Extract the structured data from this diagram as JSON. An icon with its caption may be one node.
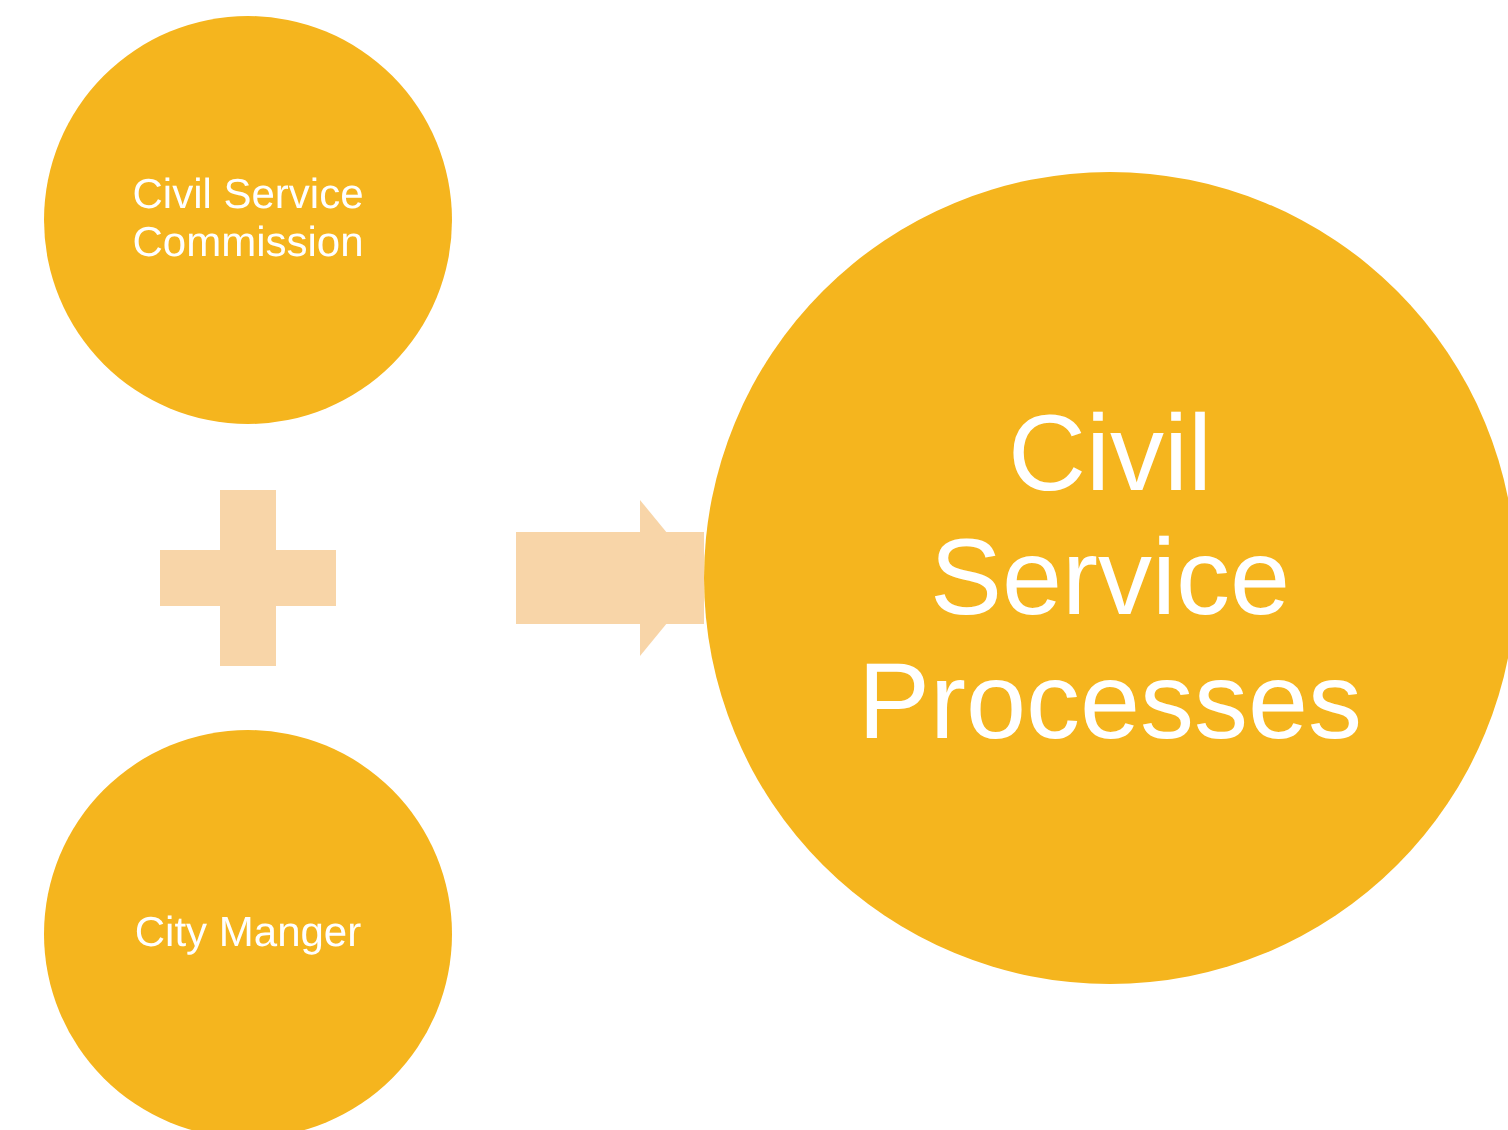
{
  "diagram": {
    "nodes": [
      {
        "text": [
          "Civil Service Commission"
        ]
      },
      {
        "text": [
          "City Manger"
        ]
      },
      {
        "text": [
          "Civil Service Processes"
        ]
      }
    ],
    "edges": [
      {
        "from": null,
        "to": 2,
        "arrow": "to"
      }
    ]
  }
}
